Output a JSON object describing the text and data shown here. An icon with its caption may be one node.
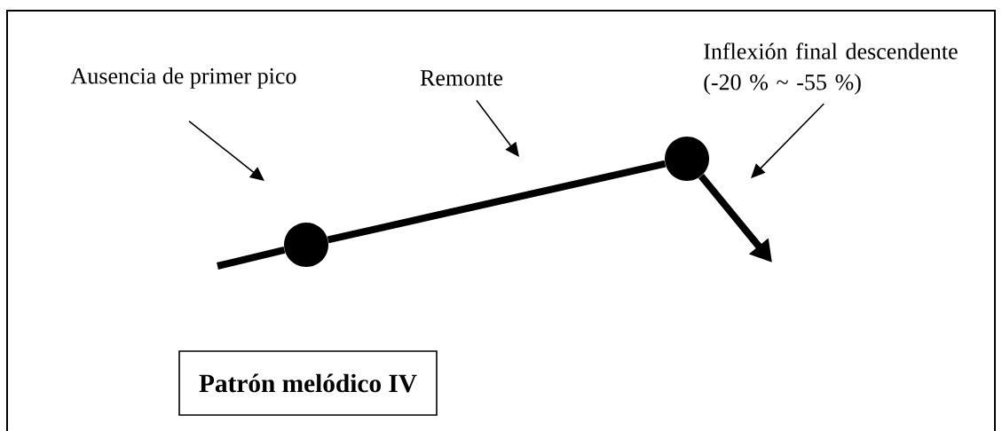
{
  "diagram": {
    "nodes": [
      {
        "text": [
          "Ausencia de primer pico"
        ]
      },
      {
        "text": [
          "Remonte"
        ]
      },
      {
        "text": [
          "Inflexión final descendente (-20 % ~ -55 %)"
        ]
      },
      {
        "text": [
          "Patrón melódico IV"
        ]
      },
      {
        "text": [],
        "shape": "circle"
      },
      {
        "text": [],
        "shape": "circle"
      }
    ],
    "edges": [
      {
        "from": 0,
        "to": null,
        "arrow": "to"
      },
      {
        "from": 1,
        "to": null,
        "arrow": "to"
      },
      {
        "from": 2,
        "to": null,
        "arrow": "to"
      },
      {
        "from": null,
        "to": 4,
        "arrow": "none",
        "style": "thick"
      },
      {
        "from": 4,
        "to": 5,
        "arrow": "none",
        "style": "thick"
      },
      {
        "from": 5,
        "to": null,
        "arrow": "to",
        "style": "thick"
      }
    ]
  }
}
